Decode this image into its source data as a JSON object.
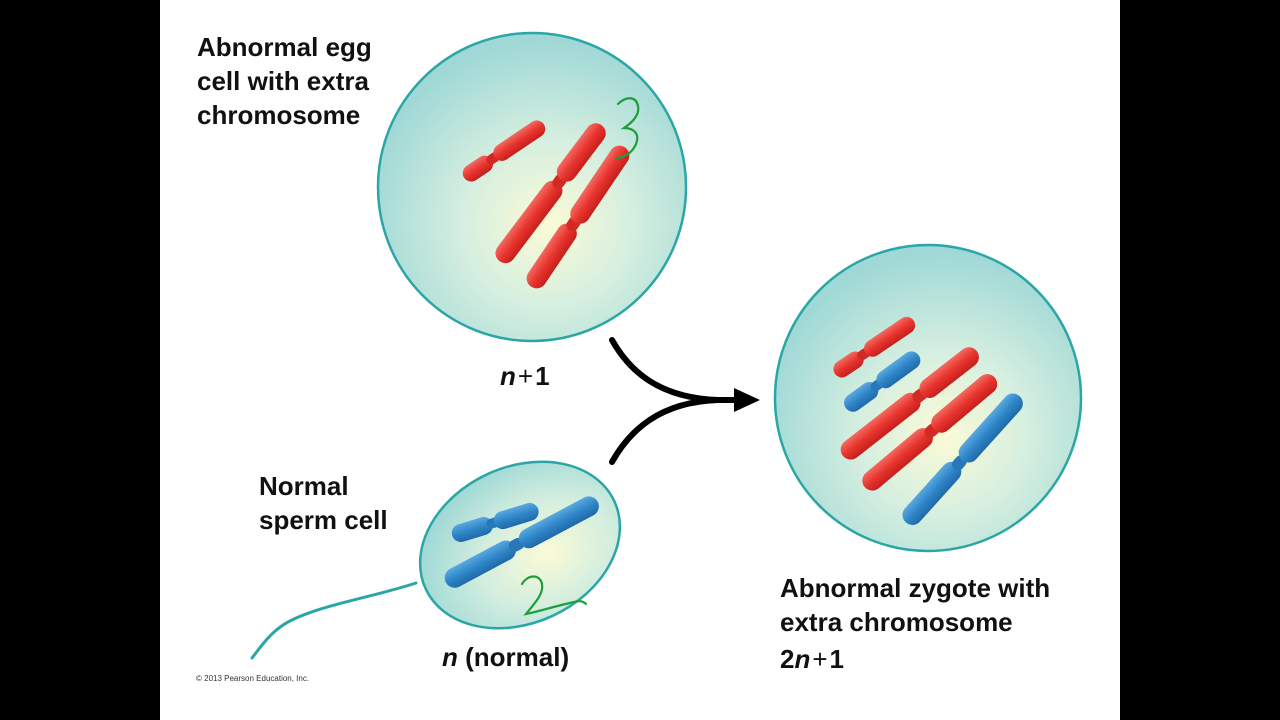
{
  "labels": {
    "egg": "Abnormal egg\ncell with extra\nchromosome",
    "sperm": "Normal\nsperm cell",
    "zygote": "Abnormal zygote with\nextra chromosome"
  },
  "formulas": {
    "egg": {
      "n": "n",
      "op": "+",
      "num": "1"
    },
    "sperm": {
      "n": "n",
      "rest": " (normal)"
    },
    "zygote": {
      "prefix": "2",
      "n": "n",
      "op": "+",
      "num": "1"
    }
  },
  "annotations": {
    "egg_number": "3",
    "sperm_number": "2"
  },
  "copyright": "© 2013 Pearson Education, Inc.",
  "colors": {
    "maternal_chromosome": "#e8342e",
    "paternal_chromosome": "#2f86c8",
    "cell_fill": "#a6dcd8",
    "cell_outline": "#2aa6a6",
    "annotation_ink": "#1e9e3a",
    "slide_background": "#ffffff",
    "frame_background": "#000000"
  }
}
